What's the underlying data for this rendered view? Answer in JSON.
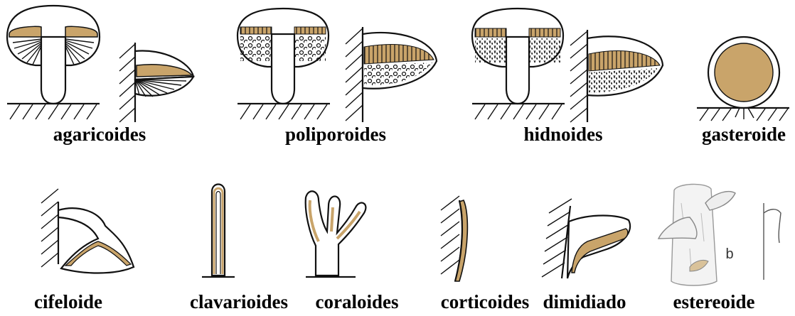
{
  "colors": {
    "hymenium": "#c9a46a",
    "outline": "#111111",
    "background": "#ffffff"
  },
  "labels": {
    "agaricoides": "agaricoides",
    "poliporoides": "poliporoides",
    "hidnoides": "hidnoides",
    "gasteroide": "gasteroide",
    "cifeloide": "cifeloide",
    "clavarioides": "clavarioides",
    "coraloides": "coraloides",
    "corticoides": "corticoides",
    "dimidiado": "dimidiado",
    "estereoide": "estereoide",
    "estereoide_mark": "b"
  }
}
